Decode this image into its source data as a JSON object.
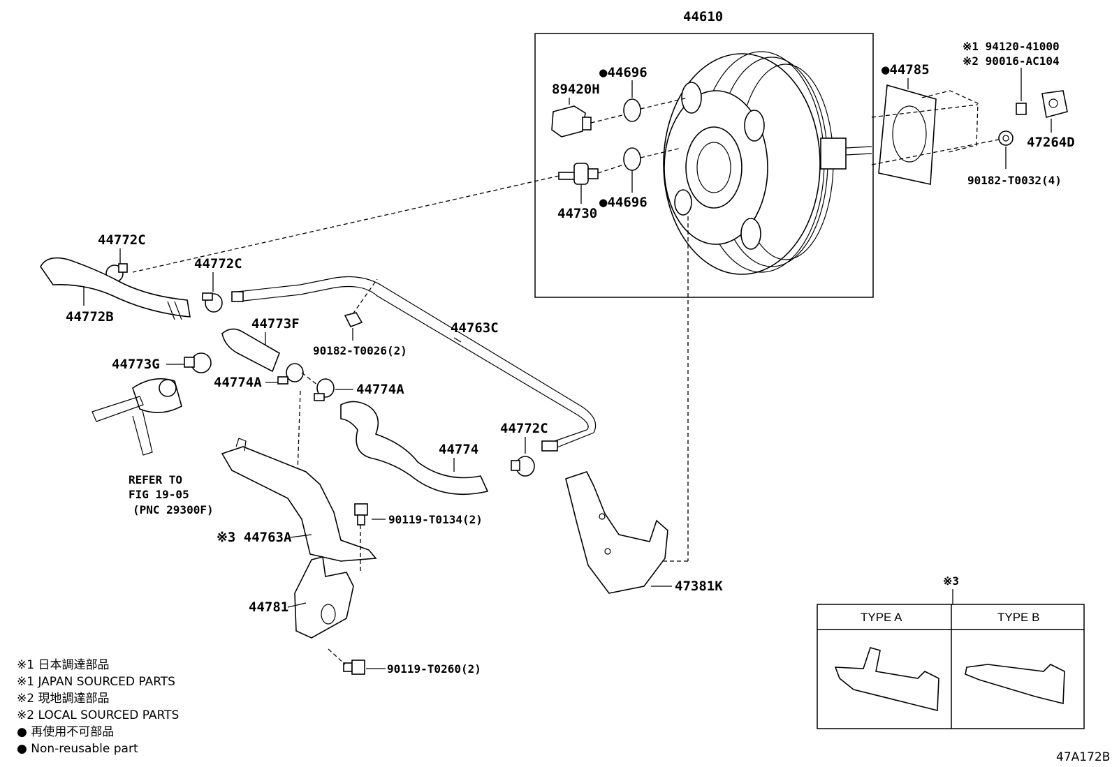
{
  "diagram": {
    "labels": {
      "p44610": "44610",
      "p89420H": "89420H",
      "p44696_top": "●44696",
      "p44696_bot": "●44696",
      "p44730": "44730",
      "p44785": "●44785",
      "note1_part": "※1 94120-41000",
      "note2_part": "※2 90016-AC104",
      "p47264D": "47264D",
      "p90182_T0032": "90182-T0032(4)",
      "p44772C_a": "44772C",
      "p44772C_b": "44772C",
      "p44772C_c": "44772C",
      "p44772B": "44772B",
      "p44773F": "44773F",
      "p44773G": "44773G",
      "p44774A_left": "44774A",
      "p44774A_right": "44774A",
      "p90182_T0026": "90182-T0026(2)",
      "p44763C": "44763C",
      "p44774": "44774",
      "refer_line1": "REFER TO",
      "refer_line2": "FIG 19-05",
      "refer_line3": "(PNC 29300F)",
      "p90119_T0134": "90119-T0134(2)",
      "p44763A": "※3 44763A",
      "p47381K": "47381K",
      "p44781": "44781",
      "p90119_T0260": "90119-T0260(2)"
    },
    "type_panel": {
      "marker": "※3",
      "type_a": "TYPE A",
      "type_b": "TYPE B"
    },
    "legend": [
      "※1 日本調達部品",
      "※1 JAPAN SOURCED PARTS",
      "※2 現地調達部品",
      "※2 LOCAL SOURCED PARTS",
      "● 再使用不可部品",
      "● Non-reusable part"
    ],
    "figure_code": "47A172B"
  }
}
